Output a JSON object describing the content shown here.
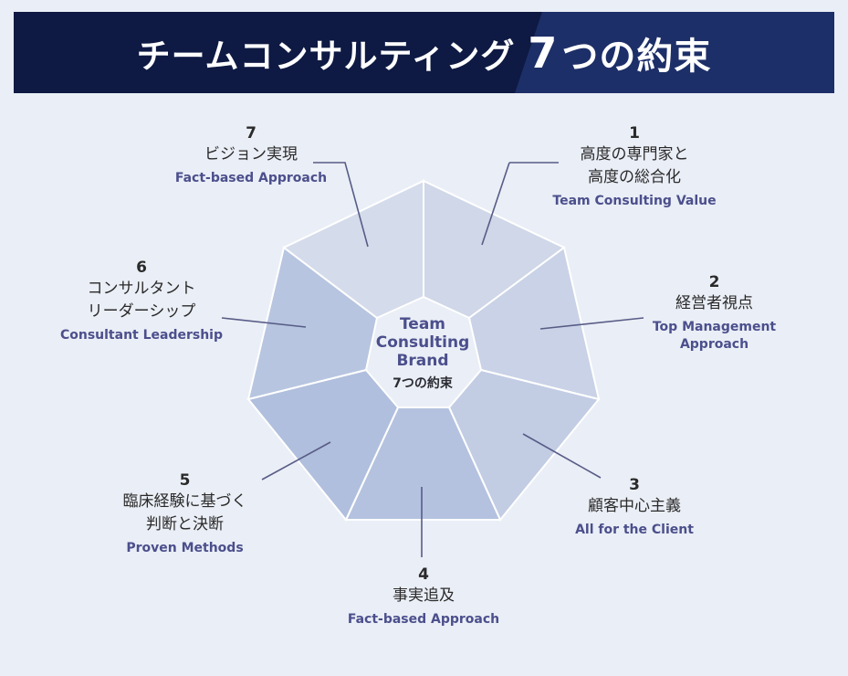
{
  "header": {
    "title": "チームコンサルティング",
    "number": "7",
    "title_tail": "つの約束"
  },
  "center": {
    "lines": [
      "Team",
      "Consulting",
      "Brand"
    ],
    "subtitle": "7つの約束"
  },
  "promises": [
    {
      "number": "1",
      "jp_lines": [
        "高度の専門家と",
        "高度の総合化"
      ],
      "en_lines": [
        "Team Consulting Value"
      ]
    },
    {
      "number": "2",
      "jp_lines": [
        "経営者視点"
      ],
      "en_lines": [
        "Top Management",
        "Approach"
      ]
    },
    {
      "number": "3",
      "jp_lines": [
        "顧客中心主義"
      ],
      "en_lines": [
        "All for the Client"
      ]
    },
    {
      "number": "4",
      "jp_lines": [
        "事実追及"
      ],
      "en_lines": [
        "Fact-based Approach"
      ]
    },
    {
      "number": "5",
      "jp_lines": [
        "臨床経験に基づく",
        "判断と決断"
      ],
      "en_lines": [
        "Proven Methods"
      ]
    },
    {
      "number": "6",
      "jp_lines": [
        "コンサルタント",
        "リーダーシップ"
      ],
      "en_lines": [
        "Consultant Leadership"
      ]
    },
    {
      "number": "7",
      "jp_lines": [
        "ビジョン実現"
      ],
      "en_lines": [
        "Fact-based Approach"
      ]
    }
  ],
  "colors": {
    "header_bg": "#0e1a43",
    "header_accent": "#1d2f68",
    "page_bg": "#eaeef6",
    "accent_text": "#4b4f8c",
    "segment_shades": [
      "#cfd7e8",
      "#c9d2e6",
      "#c2cde4",
      "#b4c2df",
      "#b0bfdd",
      "#b7c5e0",
      "#d4dbeb"
    ]
  }
}
